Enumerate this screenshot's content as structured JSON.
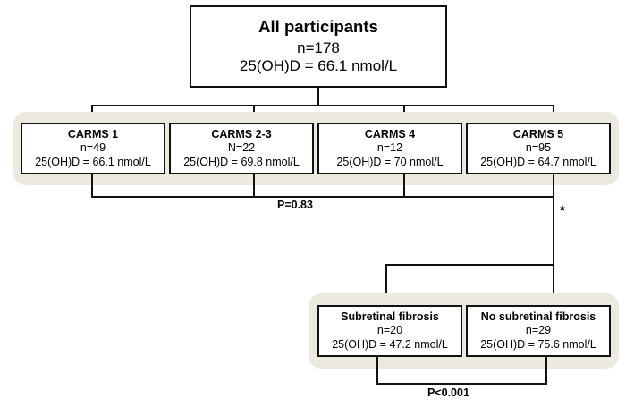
{
  "figure": {
    "type": "flowchart",
    "title_node": {
      "label": "All participants",
      "n": "n=178",
      "vitamin_d": "25(OH)D = 66.1 nmol/L"
    },
    "carms_group": {
      "nodes": [
        {
          "label": "CARMS 1",
          "n": "n=49",
          "vitamin_d": "25(OH)D = 66.1 nmol/L"
        },
        {
          "label": "CARMS 2-3",
          "n": "N=22",
          "vitamin_d": "25(OH)D = 69.8 nmol/L"
        },
        {
          "label": "CARMS 4",
          "n": "n=12",
          "vitamin_d": "25(OH)D = 70 nmol/L"
        },
        {
          "label": "CARMS 5",
          "n": "n=95",
          "vitamin_d": "25(OH)D = 64.7 nmol/L"
        }
      ],
      "p_value": "P=0.83"
    },
    "fibrosis_group": {
      "nodes": [
        {
          "label": "Subretinal fibrosis",
          "n": "n=20",
          "vitamin_d": "25(OH)D = 47.2 nmol/L"
        },
        {
          "label": "No subretinal fibrosis",
          "n": "n=29",
          "vitamin_d": "25(OH)D = 75.6 nmol/L"
        }
      ],
      "p_value": "P<0.001"
    },
    "annotations": {
      "carms5_significance_marker": "*"
    },
    "colors": {
      "group_band": "#ECEADF",
      "node_fill": "#FFFFFF",
      "stroke": "#121212",
      "page_background": "#FFFFFF"
    }
  }
}
